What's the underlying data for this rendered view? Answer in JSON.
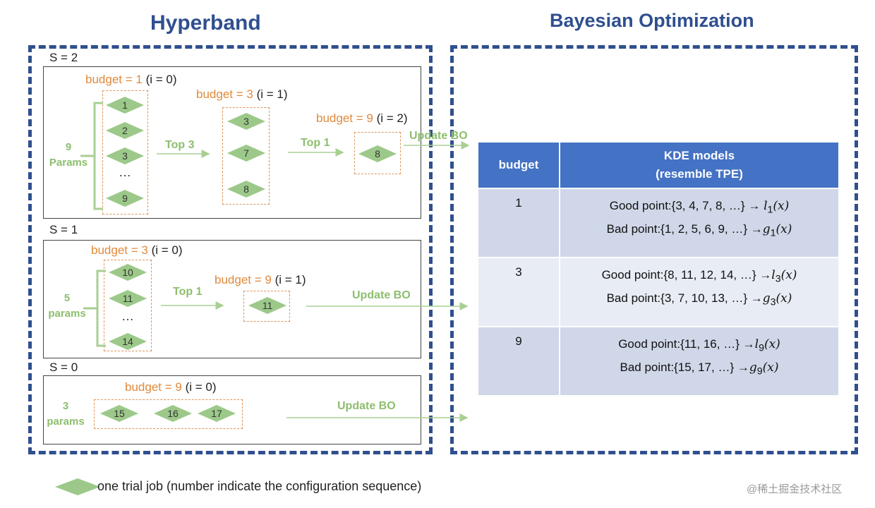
{
  "titles": {
    "left": "Hyperband",
    "right": "Bayesian Optimization"
  },
  "colors": {
    "frame": "#2F4F8F",
    "budget_text": "#E08A3C",
    "group_border": "#E0945A",
    "green": "#8DBE6E",
    "diamond": "#9CC989",
    "table_header": "#4472C4"
  },
  "stages": [
    {
      "label": "S = 2",
      "params_line1": "9",
      "params_line2": "Params",
      "groups": [
        {
          "budget": "budget = 1",
          "idx": "(i = 0)",
          "trials": [
            "1",
            "2",
            "3",
            "…",
            "9"
          ]
        },
        {
          "budget": "budget = 3",
          "idx": "(i = 1)",
          "trials": [
            "3",
            "7",
            "8"
          ]
        },
        {
          "budget": "budget = 9",
          "idx": "(i = 2)",
          "trials": [
            "8"
          ]
        }
      ],
      "arrows": [
        "Top 3",
        "Top 1"
      ],
      "update": "Update BO"
    },
    {
      "label": "S = 1",
      "params_line1": "5",
      "params_line2": "params",
      "groups": [
        {
          "budget": "budget = 3",
          "idx": "(i = 0)",
          "trials": [
            "10",
            "11",
            "…",
            "14"
          ]
        },
        {
          "budget": "budget = 9",
          "idx": "(i = 1)",
          "trials": [
            "11"
          ]
        }
      ],
      "arrows": [
        "Top 1"
      ],
      "update": "Update BO"
    },
    {
      "label": "S = 0",
      "params_line1": "3",
      "params_line2": "params",
      "groups": [
        {
          "budget": "budget = 9",
          "idx": "(i = 0)",
          "trials": [
            "15",
            "16",
            "17"
          ]
        }
      ],
      "update": "Update BO"
    }
  ],
  "table": {
    "header_budget": "budget",
    "header_kde_line1": "KDE models",
    "header_kde_line2": "(resemble TPE)",
    "rows": [
      {
        "budget": "1",
        "good": "Good point:{3, 4, 7, 8, …}",
        "good_model": "l",
        "good_sub": "1",
        "bad": "Bad point:{1, 2, 5, 6, 9, …}",
        "bad_model": "g",
        "bad_sub": "1"
      },
      {
        "budget": "3",
        "good": "Good point:{8, 11, 12, 14, …}",
        "good_model": "l",
        "good_sub": "3",
        "bad": "Bad point:{3, 7, 10, 13, …}",
        "bad_model": "g",
        "bad_sub": "3"
      },
      {
        "budget": "9",
        "good": "Good point:{11, 16, …}",
        "good_model": "l",
        "good_sub": "9",
        "bad": "Bad point:{15, 17, …}",
        "bad_model": "g",
        "bad_sub": "9"
      }
    ],
    "arrow_glyph": "→",
    "model_arg": "(x)"
  },
  "legend": {
    "text": "one trial job (number indicate the configuration sequence)"
  },
  "watermark": "@稀土掘金技术社区"
}
